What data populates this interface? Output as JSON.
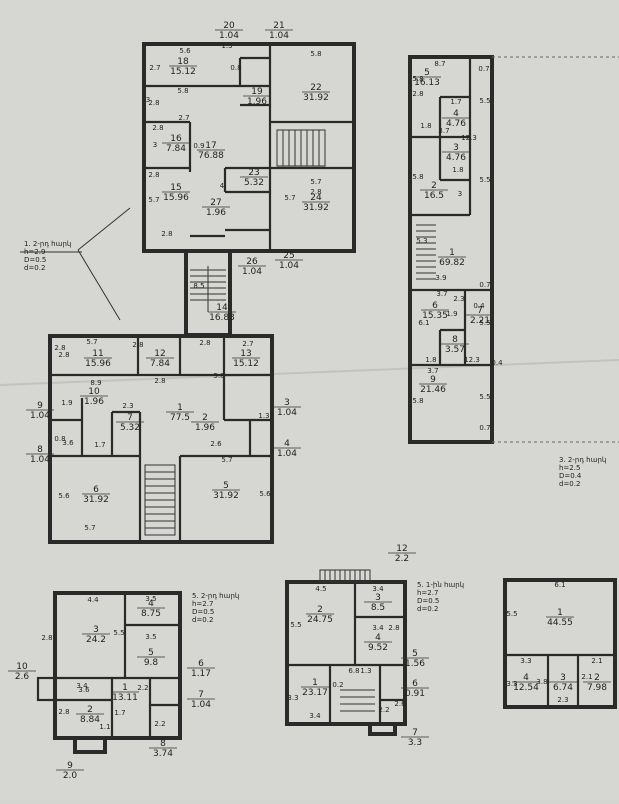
{
  "notes": [
    {
      "id": "note-main-floor",
      "lines": [
        "1. 2-րդ հարկ",
        "h=2.9",
        "D=0.5",
        "d=0.2"
      ]
    },
    {
      "id": "note-right-floor",
      "lines": [
        "3. 2-րդ հարկ",
        "h=2.5",
        "D=0.4",
        "d=0.2"
      ]
    },
    {
      "id": "note-bottom-left-floor",
      "lines": [
        "5. 2-րդ հարկ",
        "h=2.7",
        "D=0.5",
        "d=0.2"
      ]
    },
    {
      "id": "note-bottom-middle-floor",
      "lines": [
        "5. 1-ին հարկ",
        "h=2.7",
        "D=0.5",
        "d=0.2"
      ]
    }
  ],
  "main_upper_rooms": [
    {
      "num": "20",
      "area": "1.04"
    },
    {
      "num": "21",
      "area": "1.04"
    },
    {
      "num": "18",
      "area": "15.12"
    },
    {
      "num": "19",
      "area": "1.96"
    },
    {
      "num": "22",
      "area": "31.92"
    },
    {
      "num": "16",
      "area": "7.84"
    },
    {
      "num": "17",
      "area": "76.88"
    },
    {
      "num": "23",
      "area": "5.32"
    },
    {
      "num": "15",
      "area": "15.96"
    },
    {
      "num": "24",
      "area": "31.92"
    },
    {
      "num": "27",
      "area": "1.96"
    },
    {
      "num": "26",
      "area": "1.04"
    },
    {
      "num": "25",
      "area": "1.04"
    },
    {
      "num": "14",
      "area": "16.83"
    }
  ],
  "main_lower_rooms": [
    {
      "num": "11",
      "area": "15.96"
    },
    {
      "num": "12",
      "area": "7.84"
    },
    {
      "num": "13",
      "area": "15.12"
    },
    {
      "num": "10",
      "area": "1.96"
    },
    {
      "num": "1",
      "area": "77.5"
    },
    {
      "num": "9",
      "area": "1.04"
    },
    {
      "num": "7",
      "area": "5.32"
    },
    {
      "num": "2",
      "area": "1.96"
    },
    {
      "num": "3",
      "area": "1.04"
    },
    {
      "num": "8",
      "area": "1.04"
    },
    {
      "num": "4",
      "area": "1.04"
    },
    {
      "num": "6",
      "area": "31.92"
    },
    {
      "num": "5",
      "area": "31.92"
    }
  ],
  "right_rooms": [
    {
      "num": "5",
      "area": "16.13"
    },
    {
      "num": "4",
      "area": "4.76"
    },
    {
      "num": "3",
      "area": "4.76"
    },
    {
      "num": "2",
      "area": "16.5"
    },
    {
      "num": "1",
      "area": "69.82"
    },
    {
      "num": "6",
      "area": "15.35"
    },
    {
      "num": "7",
      "area": "2.21"
    },
    {
      "num": "8",
      "area": "3.57"
    },
    {
      "num": "9",
      "area": "21.46"
    }
  ],
  "bottom_left_rooms": [
    {
      "num": "3",
      "area": "24.2"
    },
    {
      "num": "4",
      "area": "8.75"
    },
    {
      "num": "5",
      "area": "9.8"
    },
    {
      "num": "10",
      "area": "2.6"
    },
    {
      "num": "1",
      "area": "13.11"
    },
    {
      "num": "6",
      "area": "1.17"
    },
    {
      "num": "7",
      "area": "1.04"
    },
    {
      "num": "2",
      "area": "8.84"
    },
    {
      "num": "8",
      "area": "3.74"
    },
    {
      "num": "9",
      "area": "2.0"
    }
  ],
  "bottom_middle_rooms": [
    {
      "num": "12",
      "area": "2.2"
    },
    {
      "num": "2",
      "area": "24.75"
    },
    {
      "num": "3",
      "area": "8.5"
    },
    {
      "num": "4",
      "area": "9.52"
    },
    {
      "num": "5",
      "area": "1.56"
    },
    {
      "num": "1",
      "area": "23.17"
    },
    {
      "num": "6",
      "area": "0.91"
    },
    {
      "num": "7",
      "area": "3.3"
    }
  ],
  "bottom_right_rooms": [
    {
      "num": "1",
      "area": "44.55"
    },
    {
      "num": "4",
      "area": "12.54"
    },
    {
      "num": "3",
      "area": "6.74"
    },
    {
      "num": "2",
      "area": "7.98"
    }
  ],
  "dimensions": {
    "main": [
      "5.6",
      "2.7",
      "5.8",
      "3",
      "5.8",
      "2.8",
      "2.7",
      "1.3",
      "0.8",
      "8.9",
      "2.8",
      "3",
      "2.8",
      "5.7",
      "1.9",
      "1.7",
      "2.8",
      "0.9",
      "2.8",
      "5.7",
      "2.8",
      "5.7",
      "8.5",
      "5.7",
      "2.8",
      "2.8",
      "2.7",
      "5.8",
      "2.8",
      "2.6",
      "0.8",
      "2.8",
      "1.3",
      "5.7",
      "5.6",
      "4",
      "5.7",
      "3.6",
      "5.6",
      "2.3"
    ],
    "right": [
      "8.7",
      "0.7",
      "2.8",
      "5.8",
      "5.5",
      "1.8",
      "12.3",
      "1.7",
      "1.8",
      "3.7",
      "5.5",
      "5.8",
      "3",
      "5.3",
      "0.7",
      "3.9",
      "3.7",
      "6.1",
      "1.9",
      "2.3",
      "5.5",
      "1.8",
      "0.4",
      "5.8",
      "3.7",
      "5.5",
      "0.7",
      "12.3",
      "0.4"
    ],
    "bottom_left": [
      "4.4",
      "3.5",
      "3.5",
      "5.5",
      "2.8",
      "3.6",
      "3.4",
      "1.1",
      "2.8",
      "2.2",
      "2.2",
      "1.7"
    ],
    "bottom_middle": [
      "4.5",
      "3.4",
      "5.5",
      "3.4",
      "2.8",
      "6.8",
      "3.4",
      "0.2",
      "3.3",
      "2.2",
      "2.6",
      "1.3"
    ],
    "bottom_right": [
      "6.1",
      "5.5",
      "3.3",
      "2.1",
      "3.3",
      "3.8",
      "2.1",
      "2.3"
    ]
  }
}
